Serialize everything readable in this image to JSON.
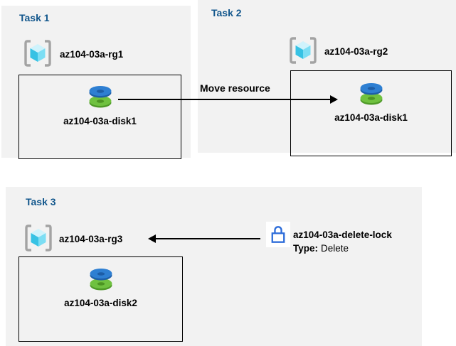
{
  "task1": {
    "title": "Task 1",
    "resource_group": "az104-03a-rg1",
    "disk": "az104-03a-disk1"
  },
  "task2": {
    "title": "Task 2",
    "resource_group": "az104-03a-rg2",
    "disk": "az104-03a-disk1"
  },
  "task3": {
    "title": "Task 3",
    "resource_group": "az104-03a-rg3",
    "disk": "az104-03a-disk2",
    "lock_name": "az104-03a-delete-lock",
    "lock_type_label": "Type:",
    "lock_type_value": "Delete"
  },
  "move_arrow": {
    "label": "Move resource"
  },
  "icons": {
    "resource_group": "azure-resource-group-icon",
    "disk": "azure-managed-disk-icon",
    "lock": "delete-lock-icon"
  },
  "colors": {
    "panel_bg": "#f2f2f2",
    "title_blue": "#11568c",
    "disk_blue": "#2e7fd2",
    "disk_green": "#6fc13f",
    "cube_cyan": "#37c2e4",
    "bracket_gray": "#a3a3a3",
    "lock_blue": "#2c6cd9",
    "arrow_black": "#000000"
  }
}
